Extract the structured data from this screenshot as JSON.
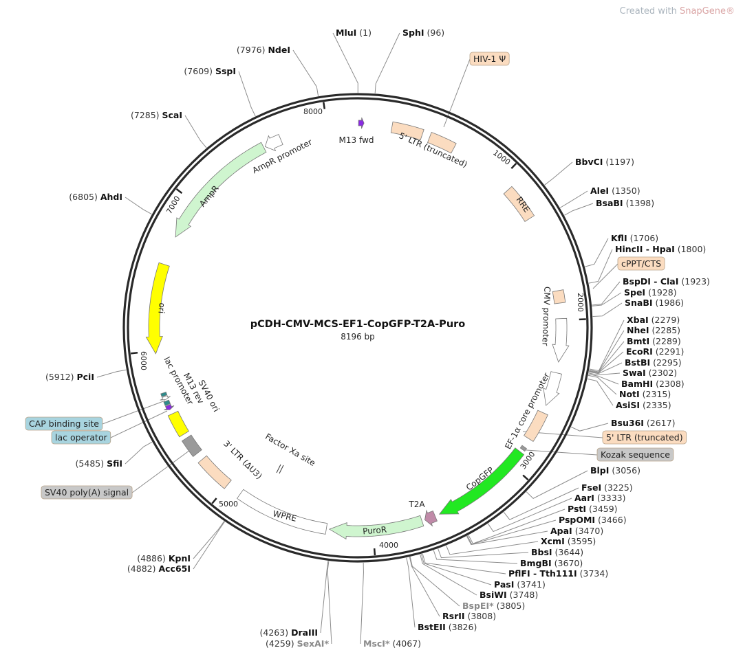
{
  "watermark": {
    "prefix": "Created with ",
    "brand": "SnapGene®"
  },
  "plasmid": {
    "name": "pCDH-CMV-MCS-EF1-CopGFP-T2A-Puro",
    "length_label": "8196 bp",
    "length": 8196
  },
  "ticks": [
    "1000",
    "2000",
    "3000",
    "4000",
    "5000",
    "6000",
    "7000",
    "8000"
  ],
  "sites": [
    {
      "name": "MluI",
      "pos": 1
    },
    {
      "name": "SphI",
      "pos": 96
    },
    {
      "name": "BbvCI",
      "pos": 1197
    },
    {
      "name": "AleI",
      "pos": 1350
    },
    {
      "name": "BsaBI",
      "pos": 1398
    },
    {
      "name": "KflI",
      "pos": 1706
    },
    {
      "name": "HincII - HpaI",
      "pos": 1800
    },
    {
      "name": "BspDI - ClaI",
      "pos": 1923
    },
    {
      "name": "SpeI",
      "pos": 1928
    },
    {
      "name": "SnaBI",
      "pos": 1986
    },
    {
      "name": "XbaI",
      "pos": 2279
    },
    {
      "name": "NheI",
      "pos": 2285
    },
    {
      "name": "BmtI",
      "pos": 2289
    },
    {
      "name": "EcoRI",
      "pos": 2291
    },
    {
      "name": "BstBI",
      "pos": 2295
    },
    {
      "name": "SwaI",
      "pos": 2302
    },
    {
      "name": "BamHI",
      "pos": 2308
    },
    {
      "name": "NotI",
      "pos": 2315
    },
    {
      "name": "AsiSI",
      "pos": 2335
    },
    {
      "name": "Bsu36I",
      "pos": 2617
    },
    {
      "name": "BlpI",
      "pos": 3056
    },
    {
      "name": "FseI",
      "pos": 3225
    },
    {
      "name": "AarI",
      "pos": 3333
    },
    {
      "name": "PstI",
      "pos": 3459
    },
    {
      "name": "PspOMI",
      "pos": 3466
    },
    {
      "name": "ApaI",
      "pos": 3470
    },
    {
      "name": "XcmI",
      "pos": 3595
    },
    {
      "name": "BbsI",
      "pos": 3644
    },
    {
      "name": "BmgBI",
      "pos": 3670
    },
    {
      "name": "PflFI - Tth111I",
      "pos": 3734
    },
    {
      "name": "PasI",
      "pos": 3741
    },
    {
      "name": "BsiWI",
      "pos": 3748
    },
    {
      "name": "BspEI*",
      "pos": 3805,
      "muted": true
    },
    {
      "name": "RsrII",
      "pos": 3808
    },
    {
      "name": "BstEII",
      "pos": 3826
    },
    {
      "name": "MscI*",
      "pos": 4067,
      "muted": true
    },
    {
      "name": "SexAI*",
      "pos": 4259,
      "muted": true
    },
    {
      "name": "DraIII",
      "pos": 4263
    },
    {
      "name": "Acc65I",
      "pos": 4882
    },
    {
      "name": "KpnI",
      "pos": 4886
    },
    {
      "name": "SfiI",
      "pos": 5485
    },
    {
      "name": "PciI",
      "pos": 5912
    },
    {
      "name": "AhdI",
      "pos": 6805
    },
    {
      "name": "ScaI",
      "pos": 7285
    },
    {
      "name": "SspI",
      "pos": 7609
    },
    {
      "name": "NdeI",
      "pos": 7976
    }
  ],
  "features": [
    {
      "label": "M13 fwd",
      "start": 5,
      "end": 40,
      "dir": 1,
      "color": "#8a2be2",
      "kind": "small"
    },
    {
      "label": "5' LTR (truncated)",
      "start": 220,
      "end": 420,
      "dir": 0,
      "color": "#fbdcc0",
      "second": [
        470,
        640
      ]
    },
    {
      "label": "RRE",
      "start": 1080,
      "end": 1310,
      "dir": 0,
      "color": "#fbdcc0"
    },
    {
      "label": "cPPT/CTS",
      "start": 1810,
      "end": 1890,
      "dir": 0,
      "color": "#fbdcc0"
    },
    {
      "label": "CMV promoter",
      "start": 1990,
      "end": 2270,
      "dir": 1,
      "color": "#ffffff"
    },
    {
      "label": "EF-1α core promoter",
      "start": 2340,
      "end": 2560,
      "dir": 1,
      "color": "#ffffff"
    },
    {
      "label": "5' LTR (truncated)",
      "start": 2610,
      "end": 2800,
      "dir": 0,
      "color": "#fbdcc0"
    },
    {
      "label": "Kozak sequence",
      "start": 2860,
      "end": 2880,
      "dir": 0,
      "color": "#999999",
      "kind": "small"
    },
    {
      "label": "CopGFP",
      "start": 2900,
      "end": 3560,
      "dir": 1,
      "color": "#22e822"
    },
    {
      "label": "T2A",
      "start": 3590,
      "end": 3660,
      "dir": 1,
      "color": "#c08aa8"
    },
    {
      "label": "PuroR",
      "start": 3680,
      "end": 4280,
      "dir": 1,
      "color": "#cff5cf"
    },
    {
      "label": "WPRE",
      "start": 4300,
      "end": 4900,
      "dir": 0,
      "color": "#ffffff"
    },
    {
      "label": "Factor Xa site",
      "start": 4780,
      "end": 4790,
      "dir": 0,
      "color": "#ffffff",
      "kind": "tiny"
    },
    {
      "label": "3' LTR (ΔU3)",
      "start": 5000,
      "end": 5230,
      "dir": 0,
      "color": "#fbdcc0"
    },
    {
      "label": "SV40 poly(A) signal",
      "start": 5280,
      "end": 5400,
      "dir": 0,
      "color": "#9a9a9a"
    },
    {
      "label": "SV40 ori",
      "start": 5430,
      "end": 5580,
      "dir": 0,
      "color": "#ffff00"
    },
    {
      "label": "M13 rev",
      "start": 5610,
      "end": 5640,
      "dir": -1,
      "color": "#8a2be2",
      "kind": "small"
    },
    {
      "label": "lac operator",
      "start": 5645,
      "end": 5670,
      "dir": 0,
      "color": "#2e8b8b",
      "kind": "small"
    },
    {
      "label": "lac promoter",
      "start": 5680,
      "end": 5700,
      "dir": -1,
      "color": "#ffffff",
      "kind": "small"
    },
    {
      "label": "CAP binding site",
      "start": 5705,
      "end": 5725,
      "dir": 0,
      "color": "#2e8b8b",
      "kind": "small"
    },
    {
      "label": "ori",
      "start": 5980,
      "end": 6560,
      "dir": -1,
      "color": "#ffff00"
    },
    {
      "label": "AmpR",
      "start": 6750,
      "end": 7570,
      "dir": -1,
      "color": "#cff5cf"
    },
    {
      "label": "AmpR promoter",
      "start": 7580,
      "end": 7690,
      "dir": -1,
      "color": "#ffffff"
    },
    {
      "label": "HIV-1 Ψ",
      "start": 640,
      "end": 650,
      "dir": 0,
      "color": "#fbdcc0",
      "kind": "none"
    }
  ],
  "callouts": [
    {
      "label": "HIV-1 Ψ",
      "color": "#fbdcc0"
    },
    {
      "label": "cPPT/CTS",
      "color": "#fbdcc0"
    },
    {
      "label": "5' LTR (truncated)",
      "color": "#fbdcc0"
    },
    {
      "label": "Kozak sequence",
      "color": "#c8c8c8"
    },
    {
      "label": "CAP binding site",
      "color": "#a8d4df"
    },
    {
      "label": "lac operator",
      "color": "#a8d4df"
    },
    {
      "label": "SV40 poly(A) signal",
      "color": "#c8c8c8"
    }
  ]
}
